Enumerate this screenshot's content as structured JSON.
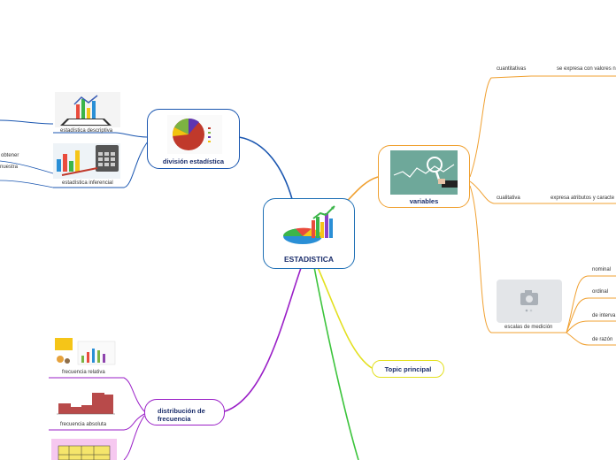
{
  "central": {
    "title": "ESTADISTICA"
  },
  "division": {
    "title": "división estadística",
    "children": [
      {
        "label": "estadística descriptiva"
      },
      {
        "label": "estadística inferencial"
      }
    ],
    "fragments": [
      "obtener",
      "nuestra"
    ]
  },
  "variables": {
    "title": "variables",
    "children": [
      {
        "label": "cuantitativas",
        "desc": "se expresa con valores n"
      },
      {
        "label": "cualitativa",
        "desc": "expresa atributos y caracte"
      },
      {
        "label": "escalas de medición",
        "children": [
          "nominal",
          "ordinal",
          "de interva",
          "de razón"
        ]
      }
    ]
  },
  "topic": {
    "title": "Topic principal"
  },
  "distribucion": {
    "title": "distribución de frecuencia",
    "children": [
      {
        "label": "frecuencia relativa"
      },
      {
        "label": "frecuencia absoluta"
      }
    ]
  },
  "colors": {
    "division": "#1a56b0",
    "variables": "#f0a030",
    "topic": "#e3e020",
    "distribucion": "#9a1fc7",
    "green": "#3cc43c",
    "teal": "#0f6b7a"
  }
}
